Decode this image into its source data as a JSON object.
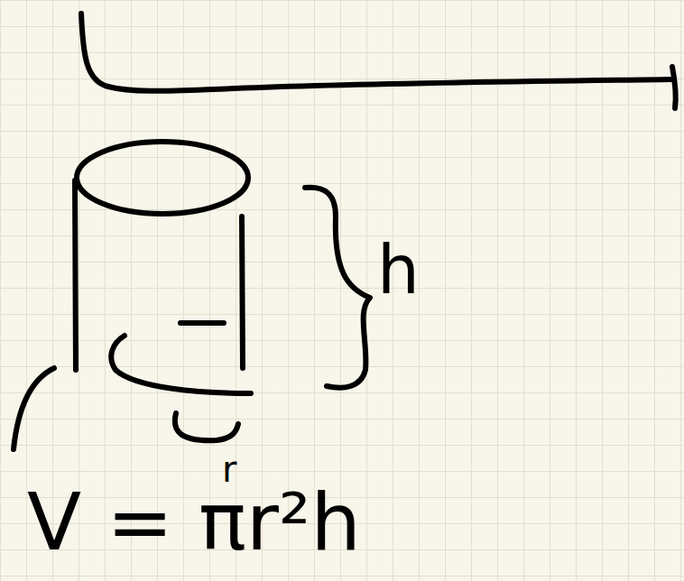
{
  "diagram": {
    "labels": [
      "h",
      "r",
      "V = πr²h"
    ]
  }
}
